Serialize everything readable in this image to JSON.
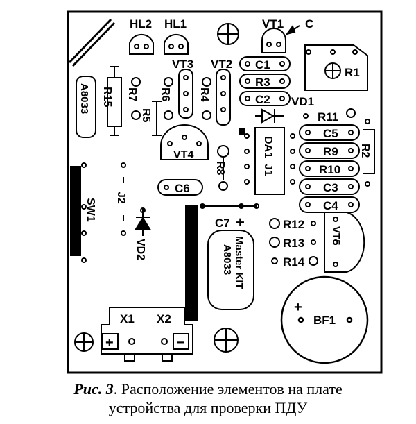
{
  "labels": {
    "hl2": "HL2",
    "hl1": "HL1",
    "vt1": "VT1",
    "c": "C",
    "vt3": "VT3",
    "vt2": "VT2",
    "c1": "C1",
    "r1": "R1",
    "r3": "R3",
    "c2": "C2",
    "vd1": "VD1",
    "r15": "R15",
    "r7": "R7",
    "r6": "R6",
    "r5": "R5",
    "r4": "R4",
    "r11": "R11",
    "c5": "C5",
    "r9": "R9",
    "r2": "R2",
    "r10": "R10",
    "c3": "C3",
    "c4": "C4",
    "vt4": "VT4",
    "da1": "DA1",
    "j1": "J1",
    "r8": "R8",
    "c6": "C6",
    "sw1": "SW1",
    "j2": "J2",
    "vd2": "VD2",
    "c7": "C7",
    "r12": "R12",
    "r13": "R13",
    "r14": "R14",
    "vt5": "VT5",
    "bf1": "BF1",
    "x1": "X1",
    "x2": "X2",
    "chip1": "A8033",
    "module_line1": "Master KIT",
    "module_line2": "A8033",
    "plus": "+"
  },
  "caption": {
    "fig": "Рис. 3",
    "line1_rest": ". Расположение элементов на плате",
    "line2": "устройства для проверки ПДУ"
  }
}
